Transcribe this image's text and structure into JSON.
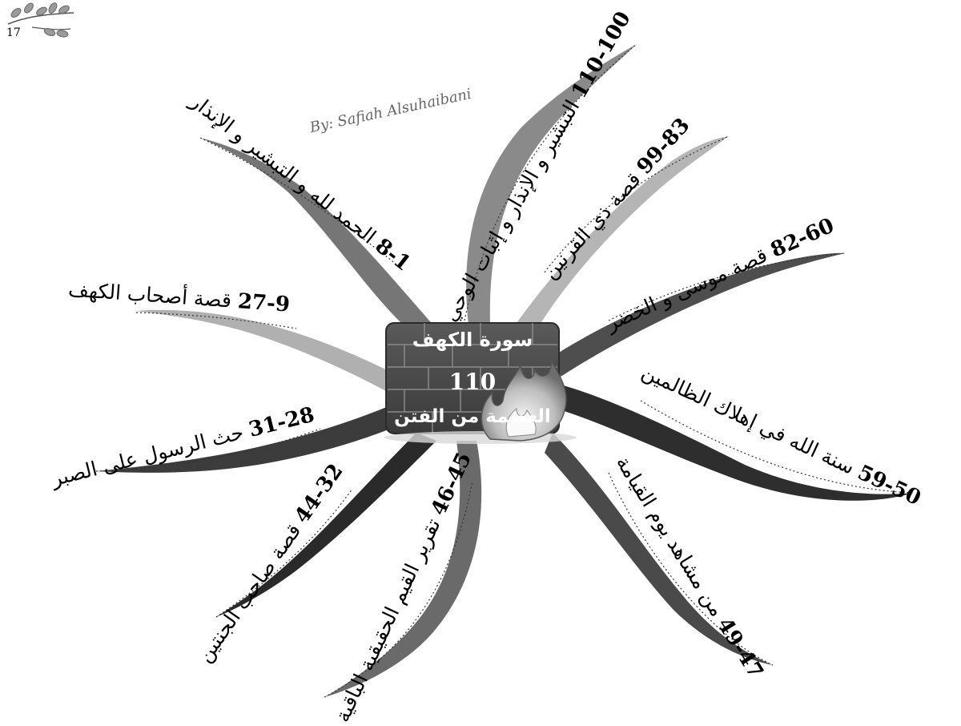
{
  "page_number": "17",
  "author": "By: Safiah Alsuhaibani",
  "center": {
    "title": "سورة الكهف",
    "verse_count": "110",
    "theme": "العصمة من الفتن"
  },
  "branches": [
    {
      "id": "b1",
      "text": "الحمد لله و التبشير و الإنذار",
      "verses": "8-1"
    },
    {
      "id": "b2",
      "text": "التبشير و الإنذار و إثبات الوحي",
      "verses": "110-100"
    },
    {
      "id": "b3",
      "text": "قصة ذي القرنين",
      "verses": "99-83"
    },
    {
      "id": "b4",
      "text": "قصة موسى و الخضر",
      "verses": "82-60"
    },
    {
      "id": "b5",
      "text": "قصة أصحاب الكهف",
      "verses": "27-9"
    },
    {
      "id": "b6",
      "text": "سنة الله في إهلاك الظالمين",
      "verses": "59-50"
    },
    {
      "id": "b7",
      "text": "حث الرسول على الصبر",
      "verses": "31-28"
    },
    {
      "id": "b8",
      "text": "قصة صاحب الجنتين",
      "verses": "44-32"
    },
    {
      "id": "b9",
      "text": "تقرير القيم الحقيقية الباقية",
      "verses": "46-45"
    },
    {
      "id": "b10",
      "text": "من مشاهد يوم القيامة",
      "verses": "49-47"
    }
  ]
}
